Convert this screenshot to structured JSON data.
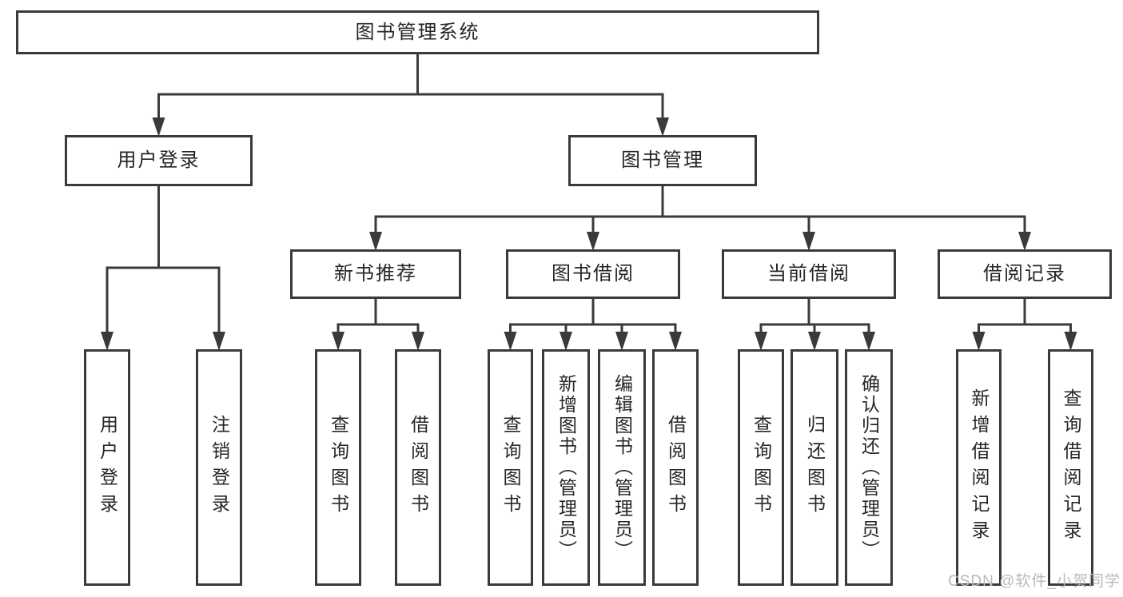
{
  "diagram": {
    "title": "图书管理系统",
    "watermark": "CSDN @软件_小贺同学",
    "colors": {
      "line": "#3a3a3a",
      "box_border": "#3a3a3a",
      "text": "#262626",
      "background": "#ffffff",
      "watermark": "#b9b9b9"
    },
    "nodes": [
      {
        "id": "root",
        "label": "图书管理系统"
      },
      {
        "id": "user-login-group",
        "label": "用户登录"
      },
      {
        "id": "book-mgmt",
        "label": "图书管理"
      },
      {
        "id": "new-book-rec",
        "label": "新书推荐"
      },
      {
        "id": "book-borrow",
        "label": "图书借阅"
      },
      {
        "id": "current-borrow",
        "label": "当前借阅"
      },
      {
        "id": "borrow-records",
        "label": "借阅记录"
      },
      {
        "id": "leaf-user-login",
        "label": "用户登录"
      },
      {
        "id": "leaf-logout",
        "label": "注销登录"
      },
      {
        "id": "leaf-query-books-1",
        "label": "查询图书"
      },
      {
        "id": "leaf-borrow-books-1",
        "label": "借阅图书"
      },
      {
        "id": "leaf-query-books-2",
        "label": "查询图书"
      },
      {
        "id": "leaf-add-book",
        "label": "新增图书（管理员）"
      },
      {
        "id": "leaf-edit-book",
        "label": "编辑图书（管理员）"
      },
      {
        "id": "leaf-borrow-books-2",
        "label": "借阅图书"
      },
      {
        "id": "leaf-query-books-3",
        "label": "查询图书"
      },
      {
        "id": "leaf-return-book",
        "label": "归还图书"
      },
      {
        "id": "leaf-confirm-return",
        "label": "确认归还（管理员）"
      },
      {
        "id": "leaf-add-borrow-record",
        "label": "新增借阅记录"
      },
      {
        "id": "leaf-query-borrow-record",
        "label": "查询借阅记录"
      }
    ],
    "edges": [
      {
        "from": "root",
        "to": [
          "user-login-group",
          "book-mgmt"
        ]
      },
      {
        "from": "user-login-group",
        "to": [
          "leaf-user-login",
          "leaf-logout"
        ]
      },
      {
        "from": "book-mgmt",
        "to": [
          "new-book-rec",
          "book-borrow",
          "current-borrow",
          "borrow-records"
        ]
      },
      {
        "from": "new-book-rec",
        "to": [
          "leaf-query-books-1",
          "leaf-borrow-books-1"
        ]
      },
      {
        "from": "book-borrow",
        "to": [
          "leaf-query-books-2",
          "leaf-add-book",
          "leaf-edit-book",
          "leaf-borrow-books-2"
        ]
      },
      {
        "from": "current-borrow",
        "to": [
          "leaf-query-books-3",
          "leaf-return-book",
          "leaf-confirm-return"
        ]
      },
      {
        "from": "borrow-records",
        "to": [
          "leaf-add-borrow-record",
          "leaf-query-borrow-record"
        ]
      }
    ]
  }
}
